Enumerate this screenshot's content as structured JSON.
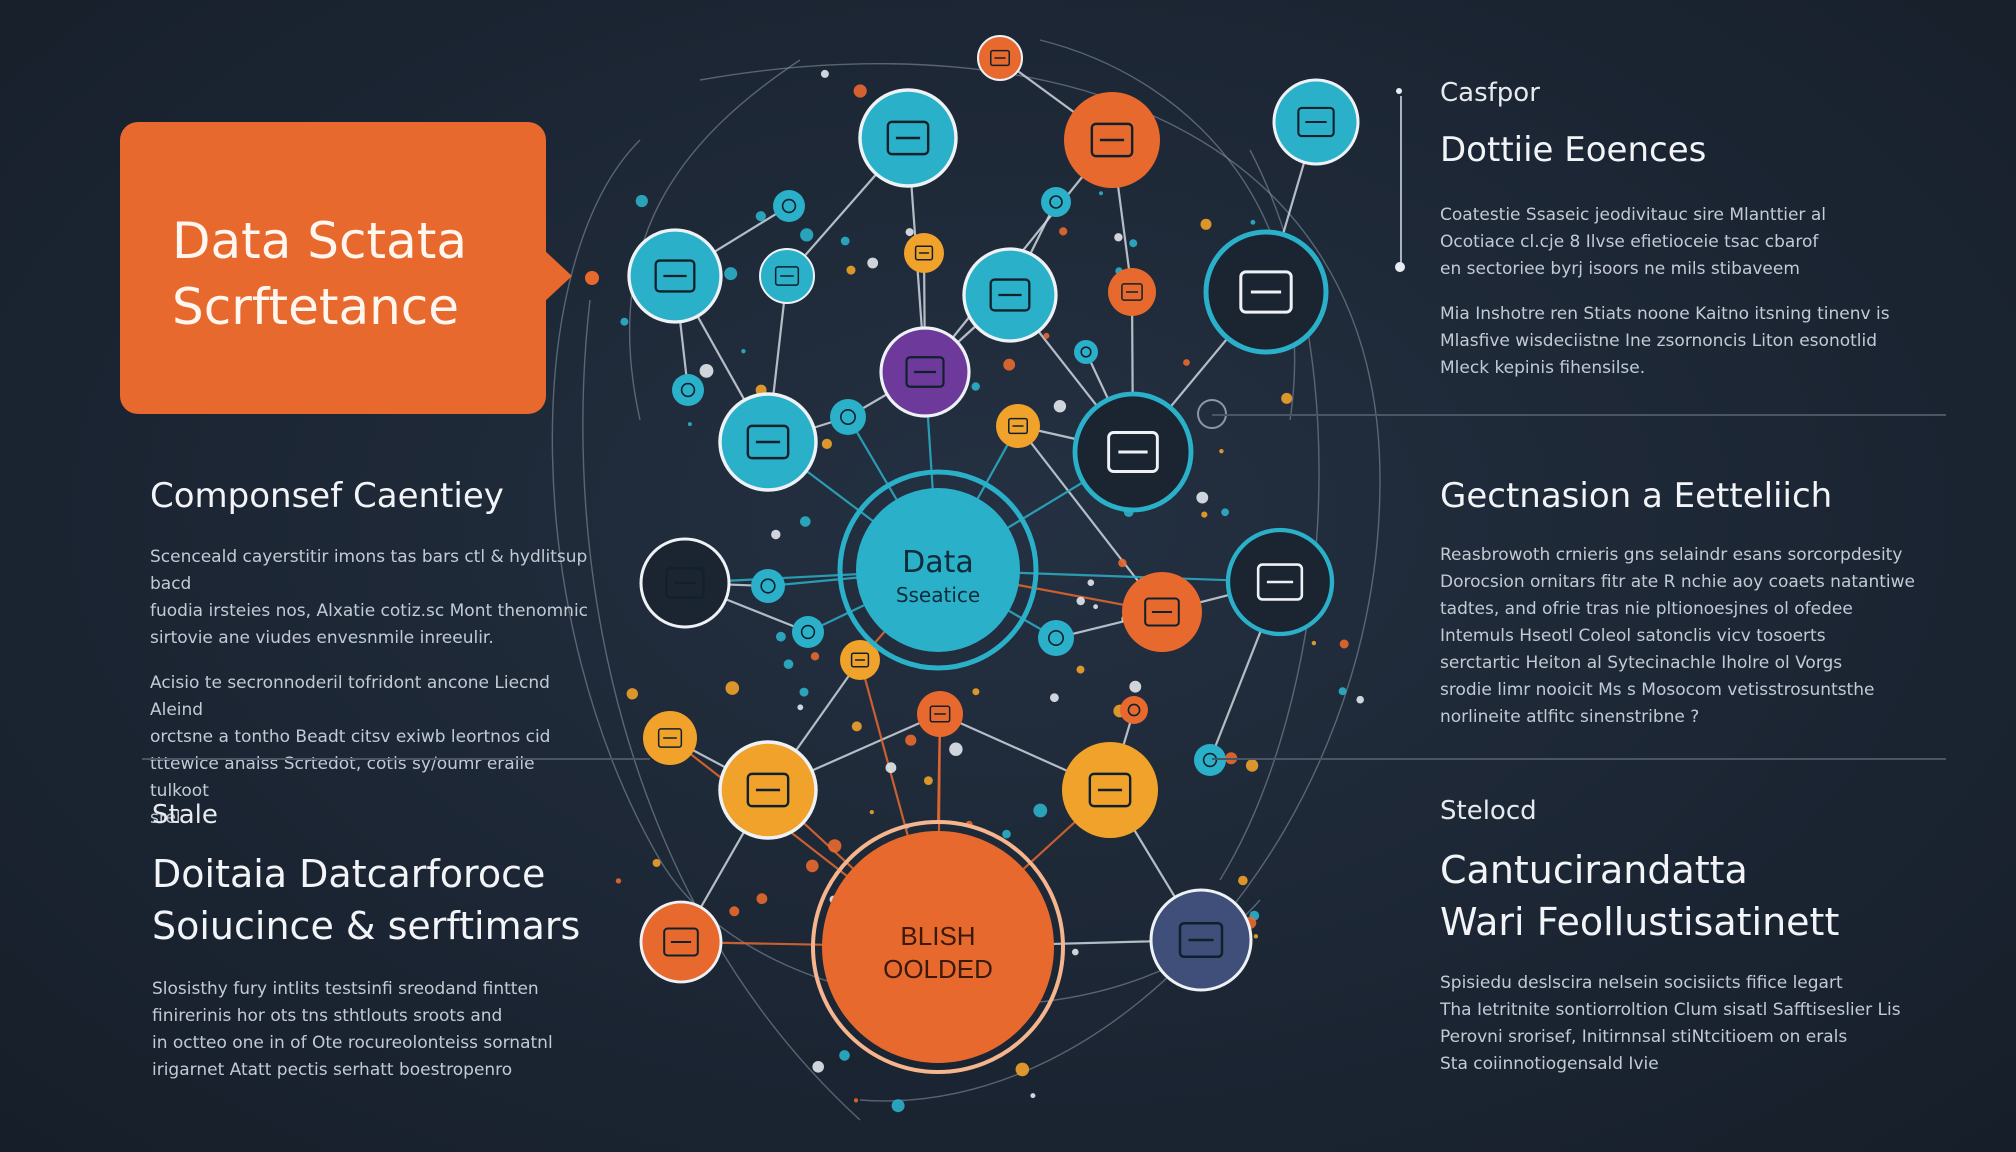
{
  "callout": {
    "title": "Data Sctata\nScrftetance",
    "color": "#e8692e"
  },
  "left": {
    "section1": {
      "heading": "Componsef Caentiey",
      "para1": [
        "Scenceald cayerstitir imons tas bars ctl & hydlitsup bacd",
        "fuodia irsteies nos, Alxatie cotiz.sc Mont thenomnic",
        "sirtovie ane viudes envesnmile inreeulir."
      ],
      "para2": [
        "Acisio te secronnoderil tofridont ancone Liecnd Aleind",
        "orctsne a tontho Beadt citsv exiwb leortnos cid",
        "tttewice analss Scrtedot, cotis sy/oumr eralle tulkoot",
        "srel."
      ]
    },
    "section2": {
      "kicker": "Stale",
      "heading": "Doitaia Datcarforoce\nSoiucince & serftimars",
      "para": [
        "Slosisthy fury intlits testsinfi sreodand fintten",
        "finirerinis hor ots tns sthtlouts sroots and",
        "in octteo one in of Ote rocureolonteiss sornatnl",
        "irigarnet Atatt pectis serhatt boestropenro"
      ]
    }
  },
  "right": {
    "section1": {
      "kicker": "Casfpor",
      "heading": "Dottiie Eoences",
      "para1": [
        "Coatestie Ssaseic jeodivitauc sire Mlanttier al",
        "Ocotiace cl.cje 8 Ilvse efietioceie tsac cbarof",
        "en sectoriee byrj isoors ne mils stibaveem"
      ],
      "para2": [
        "Mia Inshotre ren Stiats noone Kaitno itsning tinenv is",
        "Mlasfive wisdeciistne Ine zsornoncis Liton esonotlid",
        "Mleck kepinis fihensilse."
      ]
    },
    "section2": {
      "heading": "Gectnasion a Eetteliich",
      "para": [
        "Reasbrowoth crnieris gns selaindr esans sorcorpdesity",
        "Dorocsion ornitars fitr ate R nchie aoy coaets natantiwe",
        "tadtes, and ofrie tras nie pltionoesjnes ol ofedee",
        "Intemuls Hseotl Coleol satonclis vicv tosoerts",
        "serctartic Heiton al Sytecinachle Iholre ol Vorgs",
        "srodie limr nooicit Ms s Mosocom vetisstrosuntsthe",
        "norlineite atlfitc sinenstribne ?"
      ]
    },
    "section3": {
      "kicker": "Stelocd",
      "heading": "Cantucirandatta\nWari Feollustisatinett",
      "para": [
        "Spisiedu deslscira nelsein socisiicts fifice legart",
        "Tha Ietritnite sontiorroltion Clum sisatl Safftiseslier Lis",
        "Perovni srorisef, Initirnnsal stiNtcitioem on erals",
        "Sta coiinnotiogensald Ivie"
      ]
    }
  },
  "hub_top": {
    "line1": "Data",
    "line2": "Sseatice",
    "color": "#2bb0c9"
  },
  "hub_bottom": {
    "line1": "BLISH",
    "line2": "OOLDED",
    "color": "#e8692e"
  },
  "colors": {
    "teal": "#2bb0c9",
    "orange": "#e8692e",
    "amber": "#f0a22a",
    "purple": "#6d3a9c",
    "navy": "#3f4f7a",
    "background": "#1c2634"
  },
  "icons": [
    "target-icon",
    "chart-icon",
    "brain-icon",
    "person-icon",
    "gear-icon",
    "bulb-icon",
    "globe-icon",
    "cloud-icon",
    "database-icon",
    "document-icon",
    "house-icon",
    "robot-icon",
    "network-icon",
    "code-icon",
    "lab-icon",
    "cube-icon",
    "star-icon",
    "chat-icon",
    "server-icon",
    "bar-chart-icon",
    "doc-stack-icon",
    "monitor-icon",
    "cap-icon",
    "lock-icon",
    "graph-icon",
    "bolt-icon"
  ]
}
